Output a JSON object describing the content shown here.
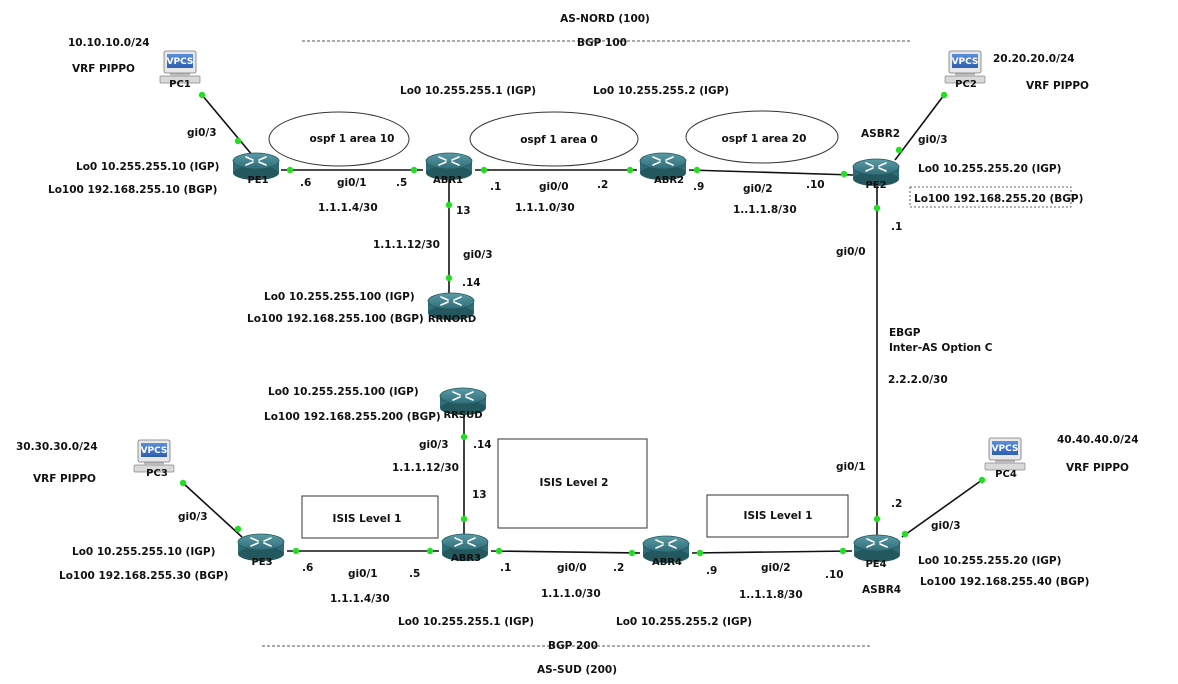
{
  "as_north": {
    "title": "AS-NORD (100)",
    "bgp": "BGP 100"
  },
  "as_south": {
    "title": "AS-SUD (200)",
    "bgp": "BGP 200"
  },
  "vpcs_badge": "VPCS",
  "nodes": {
    "PC1": "PC1",
    "PC2": "PC2",
    "PC3": "PC3",
    "PC4": "PC4",
    "PE1": "PE1",
    "ABR1": "ABR1",
    "ABR2": "ABR2",
    "PE2": "PE2",
    "RRNORD": "RRNORD",
    "PE3": "PE3",
    "ABR3": "ABR3",
    "ABR4": "ABR4",
    "PE4": "PE4",
    "RRSUD": "RRSUD"
  },
  "areas": {
    "ospf10": "ospf 1 area 10",
    "ospf0": "ospf 1 area 0",
    "ospf20": "ospf 1 area 20",
    "isis_l1_left": "ISIS Level 1",
    "isis_l2": "ISIS Level 2",
    "isis_l1_right": "ISIS Level 1"
  },
  "labels": [
    {
      "id": "pc1-net",
      "text": "10.10.10.0/24"
    },
    {
      "id": "pc1-vrf",
      "text": "VRF PIPPO"
    },
    {
      "id": "pc1-if",
      "text": "gi0/3"
    },
    {
      "id": "pe1-lo0",
      "text": "Lo0 10.255.255.10 (IGP)"
    },
    {
      "id": "pe1-lo100",
      "text": "Lo100 192.168.255.10 (BGP)"
    },
    {
      "id": "pe1-ip",
      "text": ".6"
    },
    {
      "id": "abr1-if-w",
      "text": "gi0/1"
    },
    {
      "id": "abr1-ip-w",
      "text": ".5"
    },
    {
      "id": "net-1-1-1-4-n",
      "text": "1.1.1.4/30"
    },
    {
      "id": "abr1-lo0",
      "text": "Lo0 10.255.255.1 (IGP)"
    },
    {
      "id": "abr1-ip-e",
      "text": ".1"
    },
    {
      "id": "abr2-if-w",
      "text": "gi0/0"
    },
    {
      "id": "abr2-ip-w",
      "text": ".2"
    },
    {
      "id": "net-1-1-1-0-n",
      "text": "1.1.1.0/30"
    },
    {
      "id": "abr2-lo0",
      "text": "Lo0 10.255.255.2 (IGP)"
    },
    {
      "id": "abr2-ip-e",
      "text": ".9"
    },
    {
      "id": "pe2-if-w",
      "text": "gi0/2"
    },
    {
      "id": "pe2-ip-w",
      "text": ".10"
    },
    {
      "id": "net-1-1-1-8-n",
      "text": "1..1.1.8/30"
    },
    {
      "id": "abr1-ip-s",
      "text": "13"
    },
    {
      "id": "net-1-1-1-12-n",
      "text": "1.1.1.12/30"
    },
    {
      "id": "rrnord-if",
      "text": "gi0/3"
    },
    {
      "id": "rrnord-ip",
      "text": ".14"
    },
    {
      "id": "rrnord-lo0",
      "text": "Lo0 10.255.255.100 (IGP)"
    },
    {
      "id": "rrnord-lo100",
      "text": "Lo100 192.168.255.100 (BGP)"
    },
    {
      "id": "pc2-net",
      "text": "20.20.20.0/24"
    },
    {
      "id": "pc2-vrf",
      "text": "VRF PIPPO"
    },
    {
      "id": "asbr2",
      "text": "ASBR2"
    },
    {
      "id": "pc2-if",
      "text": "gi0/3"
    },
    {
      "id": "pe2-lo0",
      "text": "Lo0 10.255.255.20 (IGP)"
    },
    {
      "id": "pe2-lo100",
      "text": "Lo100 192.168.255.20 (BGP)"
    },
    {
      "id": "pe2-ip-s",
      "text": ".1"
    },
    {
      "id": "pe2-if-s",
      "text": "gi0/0"
    },
    {
      "id": "ebgp",
      "text": "EBGP"
    },
    {
      "id": "inter-as",
      "text": "Inter-AS Option C"
    },
    {
      "id": "net-2-2-2-0",
      "text": "2.2.2.0/30"
    },
    {
      "id": "pe4-if-n",
      "text": "gi0/1"
    },
    {
      "id": "pe4-ip-n",
      "text": ".2"
    },
    {
      "id": "pc3-net",
      "text": "30.30.30.0/24"
    },
    {
      "id": "pc3-vrf",
      "text": "VRF PIPPO"
    },
    {
      "id": "pc3-if",
      "text": "gi0/3"
    },
    {
      "id": "pe3-lo0",
      "text": "Lo0 10.255.255.10 (IGP)"
    },
    {
      "id": "pe3-lo100",
      "text": "Lo100 192.168.255.30 (BGP)"
    },
    {
      "id": "pe3-ip",
      "text": ".6"
    },
    {
      "id": "abr3-if-w",
      "text": "gi0/1"
    },
    {
      "id": "abr3-ip-w",
      "text": ".5"
    },
    {
      "id": "net-1-1-1-4-s",
      "text": "1.1.1.4/30"
    },
    {
      "id": "rrsud-lo0",
      "text": "Lo0 10.255.255.100 (IGP)"
    },
    {
      "id": "rrsud-lo100",
      "text": "Lo100 192.168.255.200 (BGP)"
    },
    {
      "id": "rrsud-if",
      "text": "gi0/3"
    },
    {
      "id": "rrsud-ip",
      "text": ".14"
    },
    {
      "id": "net-1-1-1-12-s",
      "text": "1.1.1.12/30"
    },
    {
      "id": "abr3-ip-n",
      "text": "13"
    },
    {
      "id": "abr3-ip-e",
      "text": ".1"
    },
    {
      "id": "abr4-if-w",
      "text": "gi0/0"
    },
    {
      "id": "abr4-ip-w",
      "text": ".2"
    },
    {
      "id": "net-1-1-1-0-s",
      "text": "1.1.1.0/30"
    },
    {
      "id": "abr3-lo0",
      "text": "Lo0 10.255.255.1 (IGP)"
    },
    {
      "id": "abr4-lo0",
      "text": "Lo0 10.255.255.2 (IGP)"
    },
    {
      "id": "abr4-ip-e",
      "text": ".9"
    },
    {
      "id": "pe4-if-w",
      "text": "gi0/2"
    },
    {
      "id": "pe4-ip-w",
      "text": ".10"
    },
    {
      "id": "net-1-1-1-8-s",
      "text": "1..1.1.8/30"
    },
    {
      "id": "pc4-net",
      "text": "40.40.40.0/24"
    },
    {
      "id": "pc4-vrf",
      "text": "VRF PIPPO"
    },
    {
      "id": "pc4-if",
      "text": "gi0/3"
    },
    {
      "id": "pe4-lo0",
      "text": "Lo0 10.255.255.20 (IGP)"
    },
    {
      "id": "pe4-lo100",
      "text": "Lo100 192.168.255.40 (BGP)"
    },
    {
      "id": "asbr4",
      "text": "ASBR4"
    }
  ]
}
